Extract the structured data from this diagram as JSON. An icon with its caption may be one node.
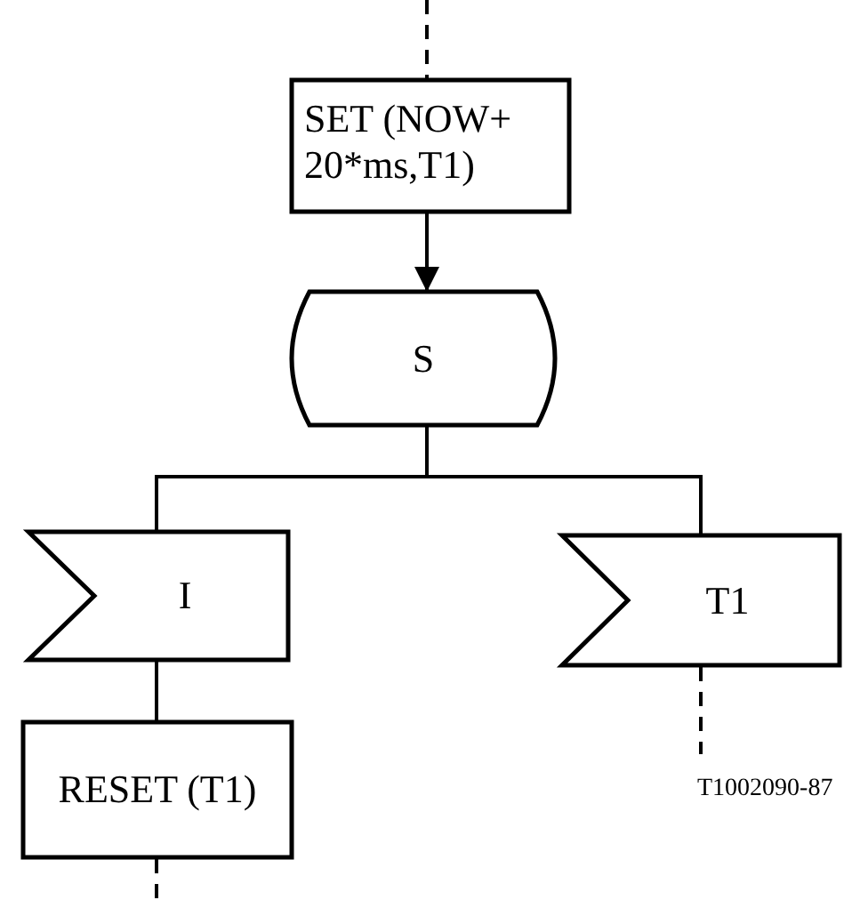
{
  "diagram": {
    "nodes": [
      {
        "text": [
          "SET (NOW+ 20*ms,T1)"
        ]
      },
      {
        "text": [
          "S"
        ]
      },
      {
        "text": [
          "I"
        ]
      },
      {
        "text": [
          "T1"
        ]
      },
      {
        "text": [
          "RESET (T1)"
        ]
      }
    ],
    "edges": [
      {
        "from": null,
        "to": 0,
        "arrow": "none",
        "style": "dashed"
      },
      {
        "from": 0,
        "to": 1,
        "arrow": "to"
      },
      {
        "from": 1,
        "to": 2,
        "arrow": "none"
      },
      {
        "from": 1,
        "to": 3,
        "arrow": "none"
      },
      {
        "from": 2,
        "to": 4,
        "arrow": "none"
      },
      {
        "from": 3,
        "to": null,
        "arrow": "none",
        "style": "dashed"
      },
      {
        "from": 4,
        "to": null,
        "arrow": "none",
        "style": "dashed"
      }
    ],
    "labels": [
      "T1002090-87"
    ]
  }
}
